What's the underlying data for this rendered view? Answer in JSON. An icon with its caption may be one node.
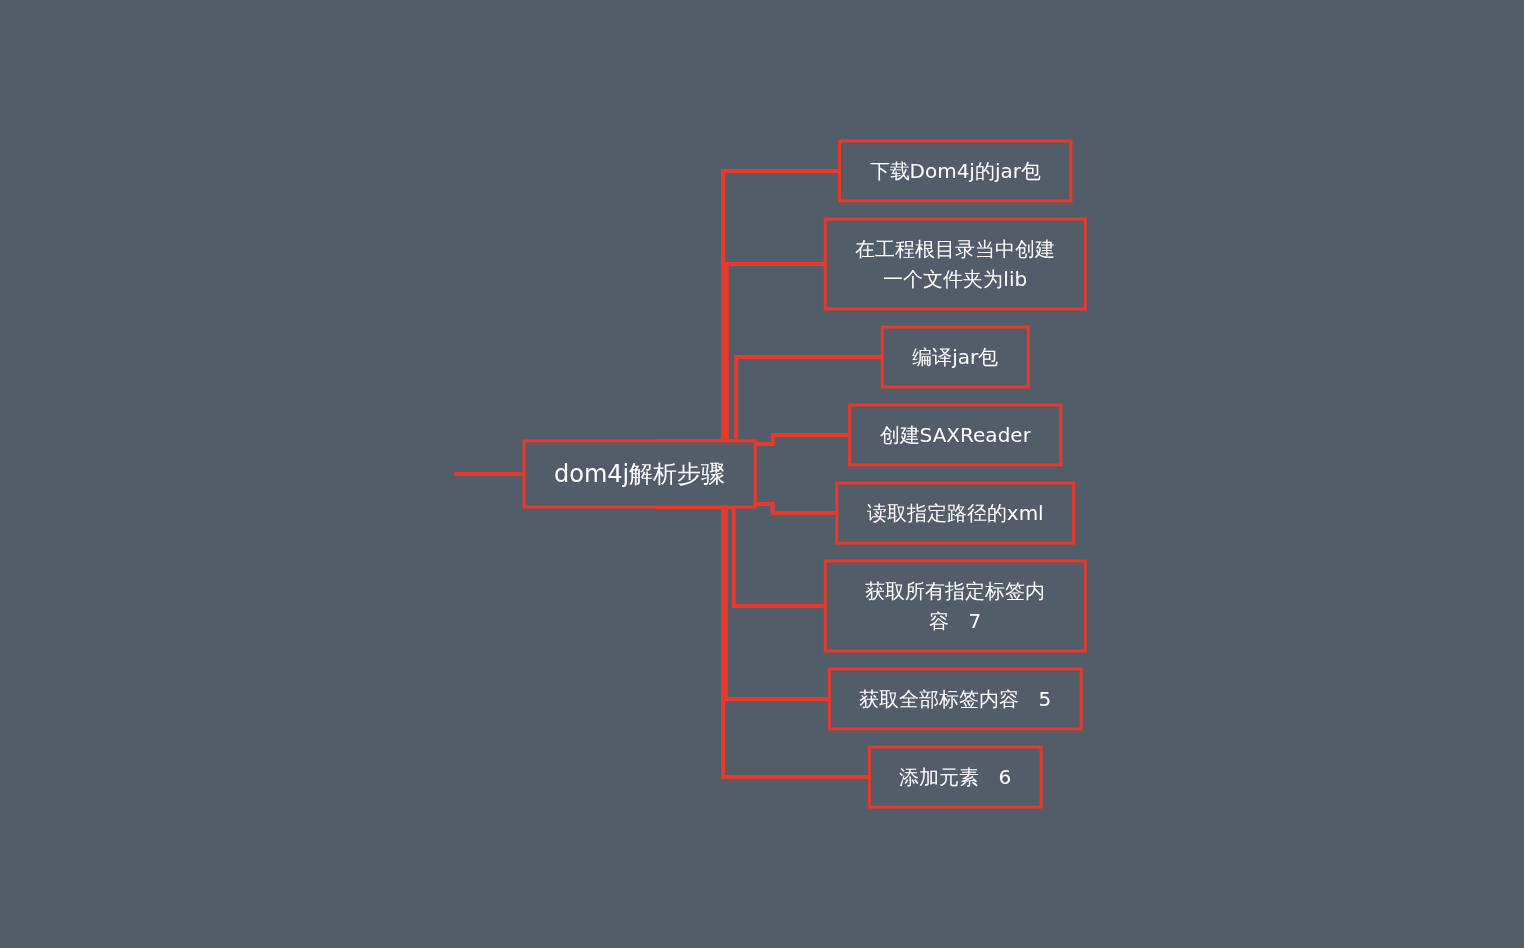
{
  "diagram": {
    "nodes": [
      {
        "text": [
          "dom4j解析步骤"
        ]
      },
      {
        "text": [
          "下载Dom4j的jar包"
        ]
      },
      {
        "text": [
          "在工程根目录当中创建一个文件夹为lib"
        ]
      },
      {
        "text": [
          "编译jar包"
        ]
      },
      {
        "text": [
          "创建SAXReader"
        ]
      },
      {
        "text": [
          "读取指定路径的xml"
        ]
      },
      {
        "text": [
          "获取所有指定标签内容",
          "7"
        ]
      },
      {
        "text": [
          "获取全部标签内容",
          "5"
        ]
      },
      {
        "text": [
          "添加元素",
          "6"
        ]
      }
    ],
    "edges": [
      {
        "from": null,
        "to": 0,
        "arrow": "none"
      },
      {
        "from": 0,
        "to": 1,
        "arrow": "none"
      },
      {
        "from": 0,
        "to": 2,
        "arrow": "none"
      },
      {
        "from": 0,
        "to": 3,
        "arrow": "none"
      },
      {
        "from": 0,
        "to": 4,
        "arrow": "none"
      },
      {
        "from": 0,
        "to": 5,
        "arrow": "none"
      },
      {
        "from": 0,
        "to": 6,
        "arrow": "none"
      },
      {
        "from": 0,
        "to": 7,
        "arrow": "none"
      },
      {
        "from": 0,
        "to": 8,
        "arrow": "none"
      }
    ]
  }
}
